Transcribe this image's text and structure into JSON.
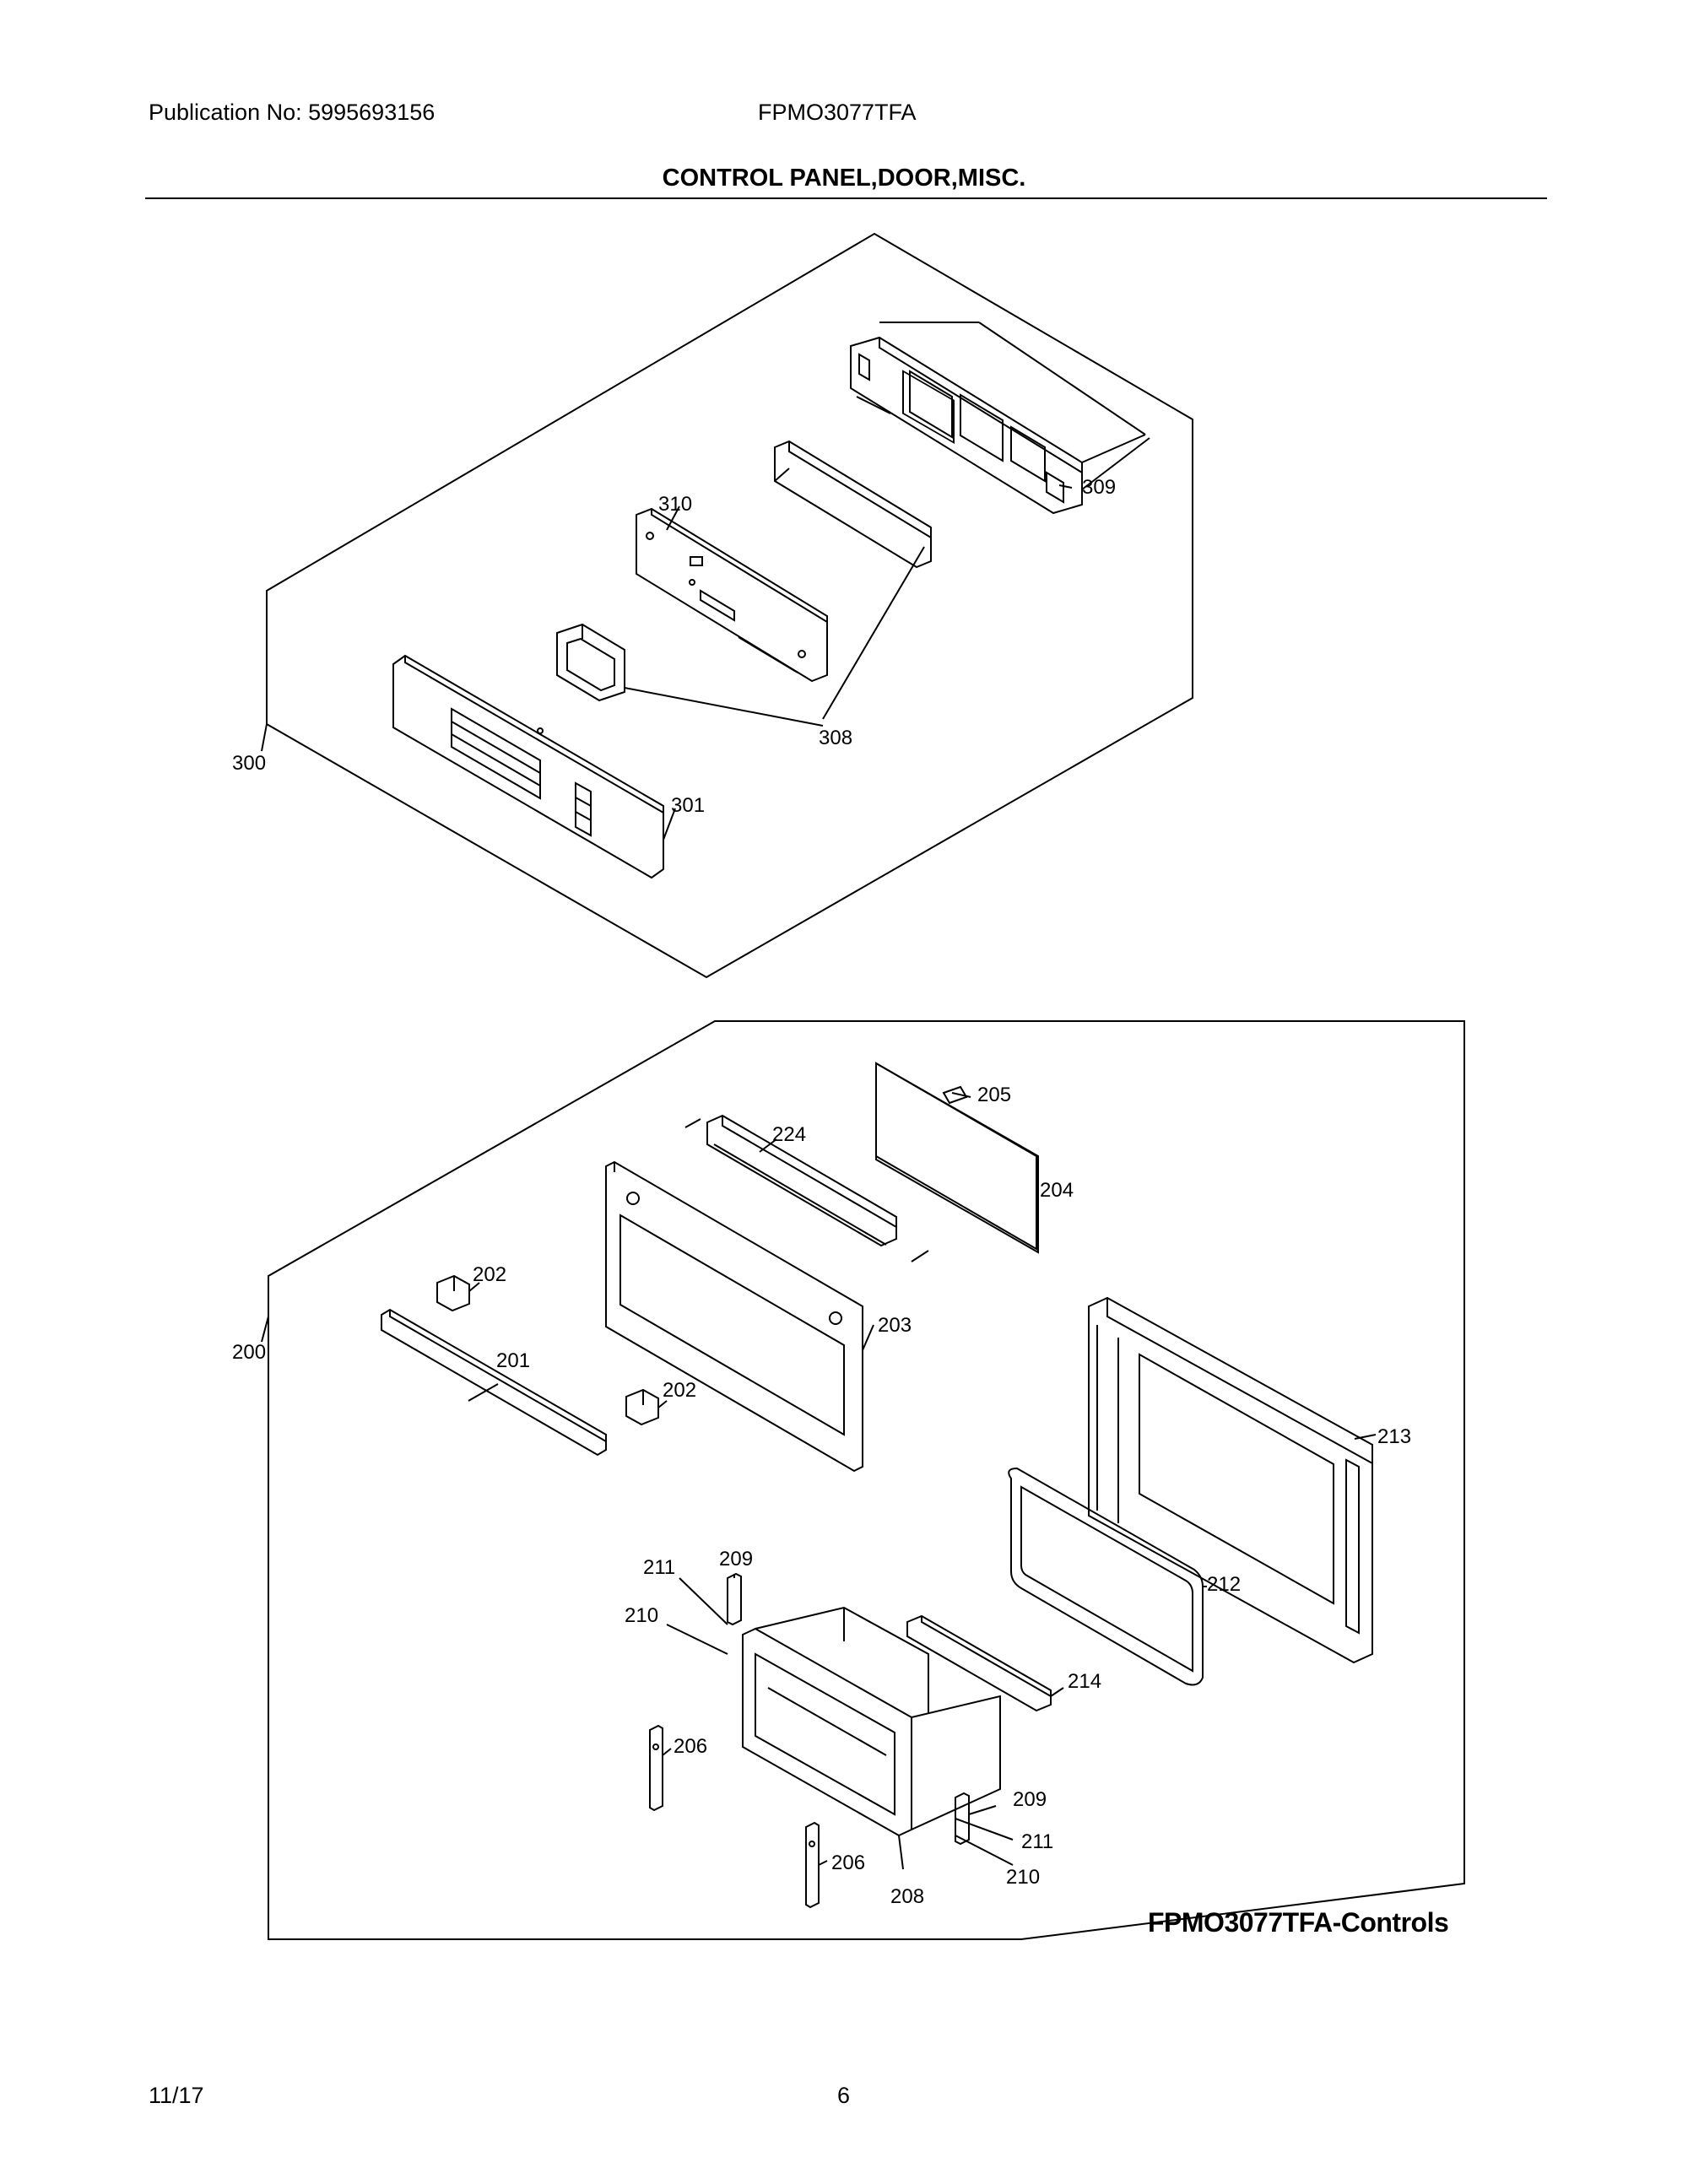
{
  "header": {
    "publication": "Publication No: 5995693156",
    "model": "FPMO3077TFA",
    "title": "CONTROL PANEL,DOOR,MISC."
  },
  "callouts": {
    "c300": "300",
    "c301": "301",
    "c308": "308",
    "c309": "309",
    "c310": "310",
    "c200": "200",
    "c201": "201",
    "c202a": "202",
    "c202b": "202",
    "c203": "203",
    "c204": "204",
    "c205": "205",
    "c206a": "206",
    "c206b": "206",
    "c208": "208",
    "c209a": "209",
    "c209b": "209",
    "c210a": "210",
    "c210b": "210",
    "c211a": "211",
    "c211b": "211",
    "c212": "212",
    "c213": "213",
    "c214": "214",
    "c224": "224"
  },
  "caption": "FPMO3077TFA-Controls",
  "footer": {
    "date": "11/17",
    "page": "6"
  }
}
